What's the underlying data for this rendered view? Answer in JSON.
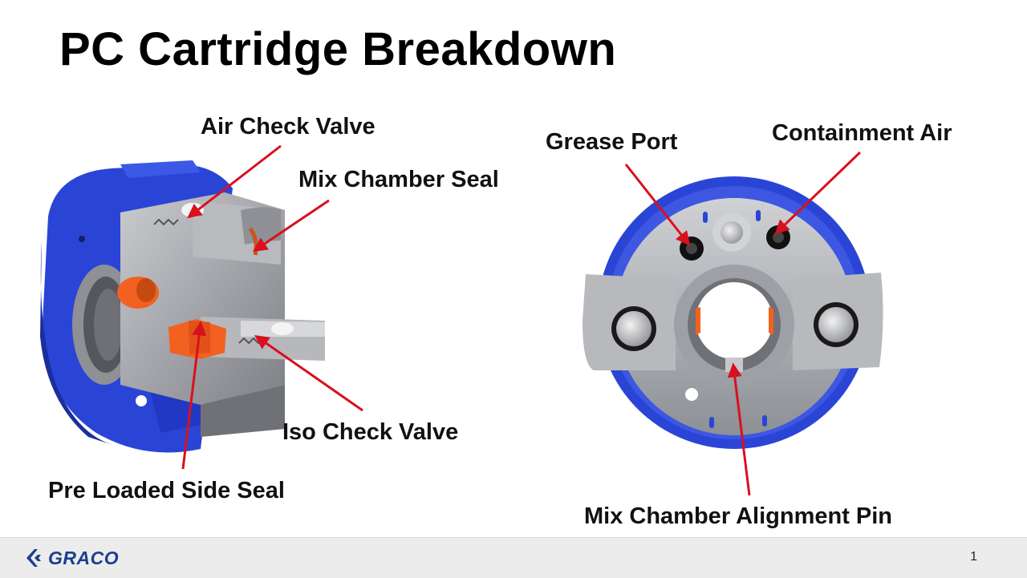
{
  "slide": {
    "title": "PC Cartridge Breakdown",
    "page_number": "1"
  },
  "labels": {
    "air_check_valve": "Air Check Valve",
    "mix_chamber_seal": "Mix Chamber Seal",
    "iso_check_valve": "Iso Check Valve",
    "pre_loaded_side_seal": "Pre Loaded Side Seal",
    "grease_port": "Grease Port",
    "containment_air": "Containment  Air",
    "mix_chamber_alignment_pin": "Mix Chamber Alignment Pin"
  },
  "footer": {
    "brand": "GRACO"
  },
  "colors": {
    "arrow": "#d9101e",
    "housing_blue": "#2a45d6",
    "part_gray": "#a9abb0",
    "seal_orange": "#f2611f",
    "brand_blue": "#1b3f8f"
  }
}
